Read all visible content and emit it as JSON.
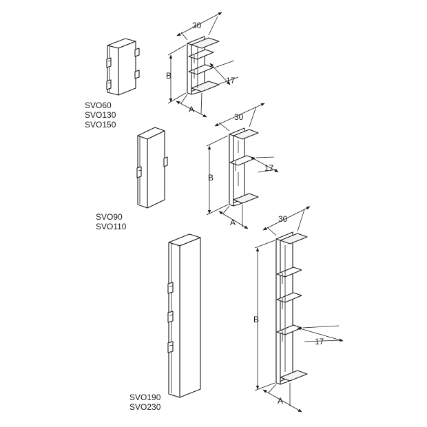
{
  "groups": [
    {
      "labels": [
        "SVO60",
        "SVO130",
        "SVO150"
      ]
    },
    {
      "labels": [
        "SVO90",
        "SVO110"
      ]
    },
    {
      "labels": [
        "SVO190",
        "SVO230"
      ]
    }
  ],
  "dimensions": {
    "width": "30",
    "depth": "17",
    "height": "B",
    "base": "A"
  }
}
